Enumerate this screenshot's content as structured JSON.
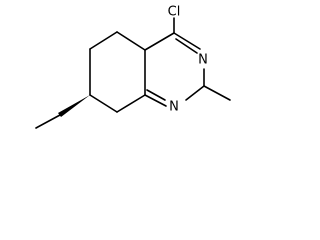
{
  "molecule": {
    "labels": {
      "chlorine": "Cl",
      "nitrogen_top": "N",
      "nitrogen_bottom": "N"
    }
  },
  "colors": {
    "bond": "#000000",
    "label": "#000000",
    "background": "#ffffff"
  }
}
